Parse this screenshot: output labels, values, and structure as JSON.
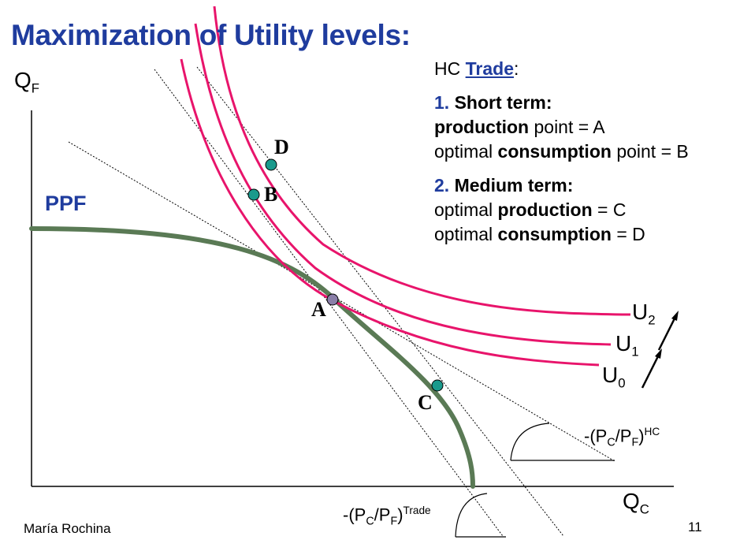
{
  "title": "Maximization of Utility levels:",
  "axes": {
    "y": {
      "main": "Q",
      "sub": "F"
    },
    "x": {
      "main": "Q",
      "sub": "C"
    }
  },
  "ppf_label": "PPF",
  "points": {
    "A": "A",
    "B": "B",
    "C": "C",
    "D": "D"
  },
  "utility_labels": [
    {
      "main": "U",
      "sub": "2"
    },
    {
      "main": "U",
      "sub": "1"
    },
    {
      "main": "U",
      "sub": "0"
    }
  ],
  "price_ratios": {
    "hc": {
      "open": "-(P",
      "s1": "C",
      "mid": "/P",
      "s2": "F",
      "close": ")",
      "sup": "HC"
    },
    "trade": {
      "open": "-(P",
      "s1": "C",
      "mid": "/P",
      "s2": "F",
      "close": ")",
      "sup": "Trade"
    }
  },
  "notes": {
    "header_prefix": "HC ",
    "header_link": "Trade",
    "header_suffix": ":",
    "short_num": "1.",
    "short_title": " Short term:",
    "short_l1_bold": "production",
    "short_l1_rest": " point = A",
    "short_l2_pre": "optimal ",
    "short_l2_bold": "consumption",
    "short_l2_rest": " point = B",
    "medium_num": "2.",
    "medium_title": " Medium term:",
    "medium_l1_pre": "optimal ",
    "medium_l1_bold": "production",
    "medium_l1_rest": " = C",
    "medium_l2_pre": "optimal ",
    "medium_l2_bold": "consumption",
    "medium_l2_rest": " = D"
  },
  "footer": {
    "author": "María Rochina",
    "page": "11"
  },
  "colors": {
    "ppf": "#5a7a55",
    "indifference": "#e8146b",
    "point_fill": "#1a9a8c",
    "accent": "#1f3c9e"
  }
}
